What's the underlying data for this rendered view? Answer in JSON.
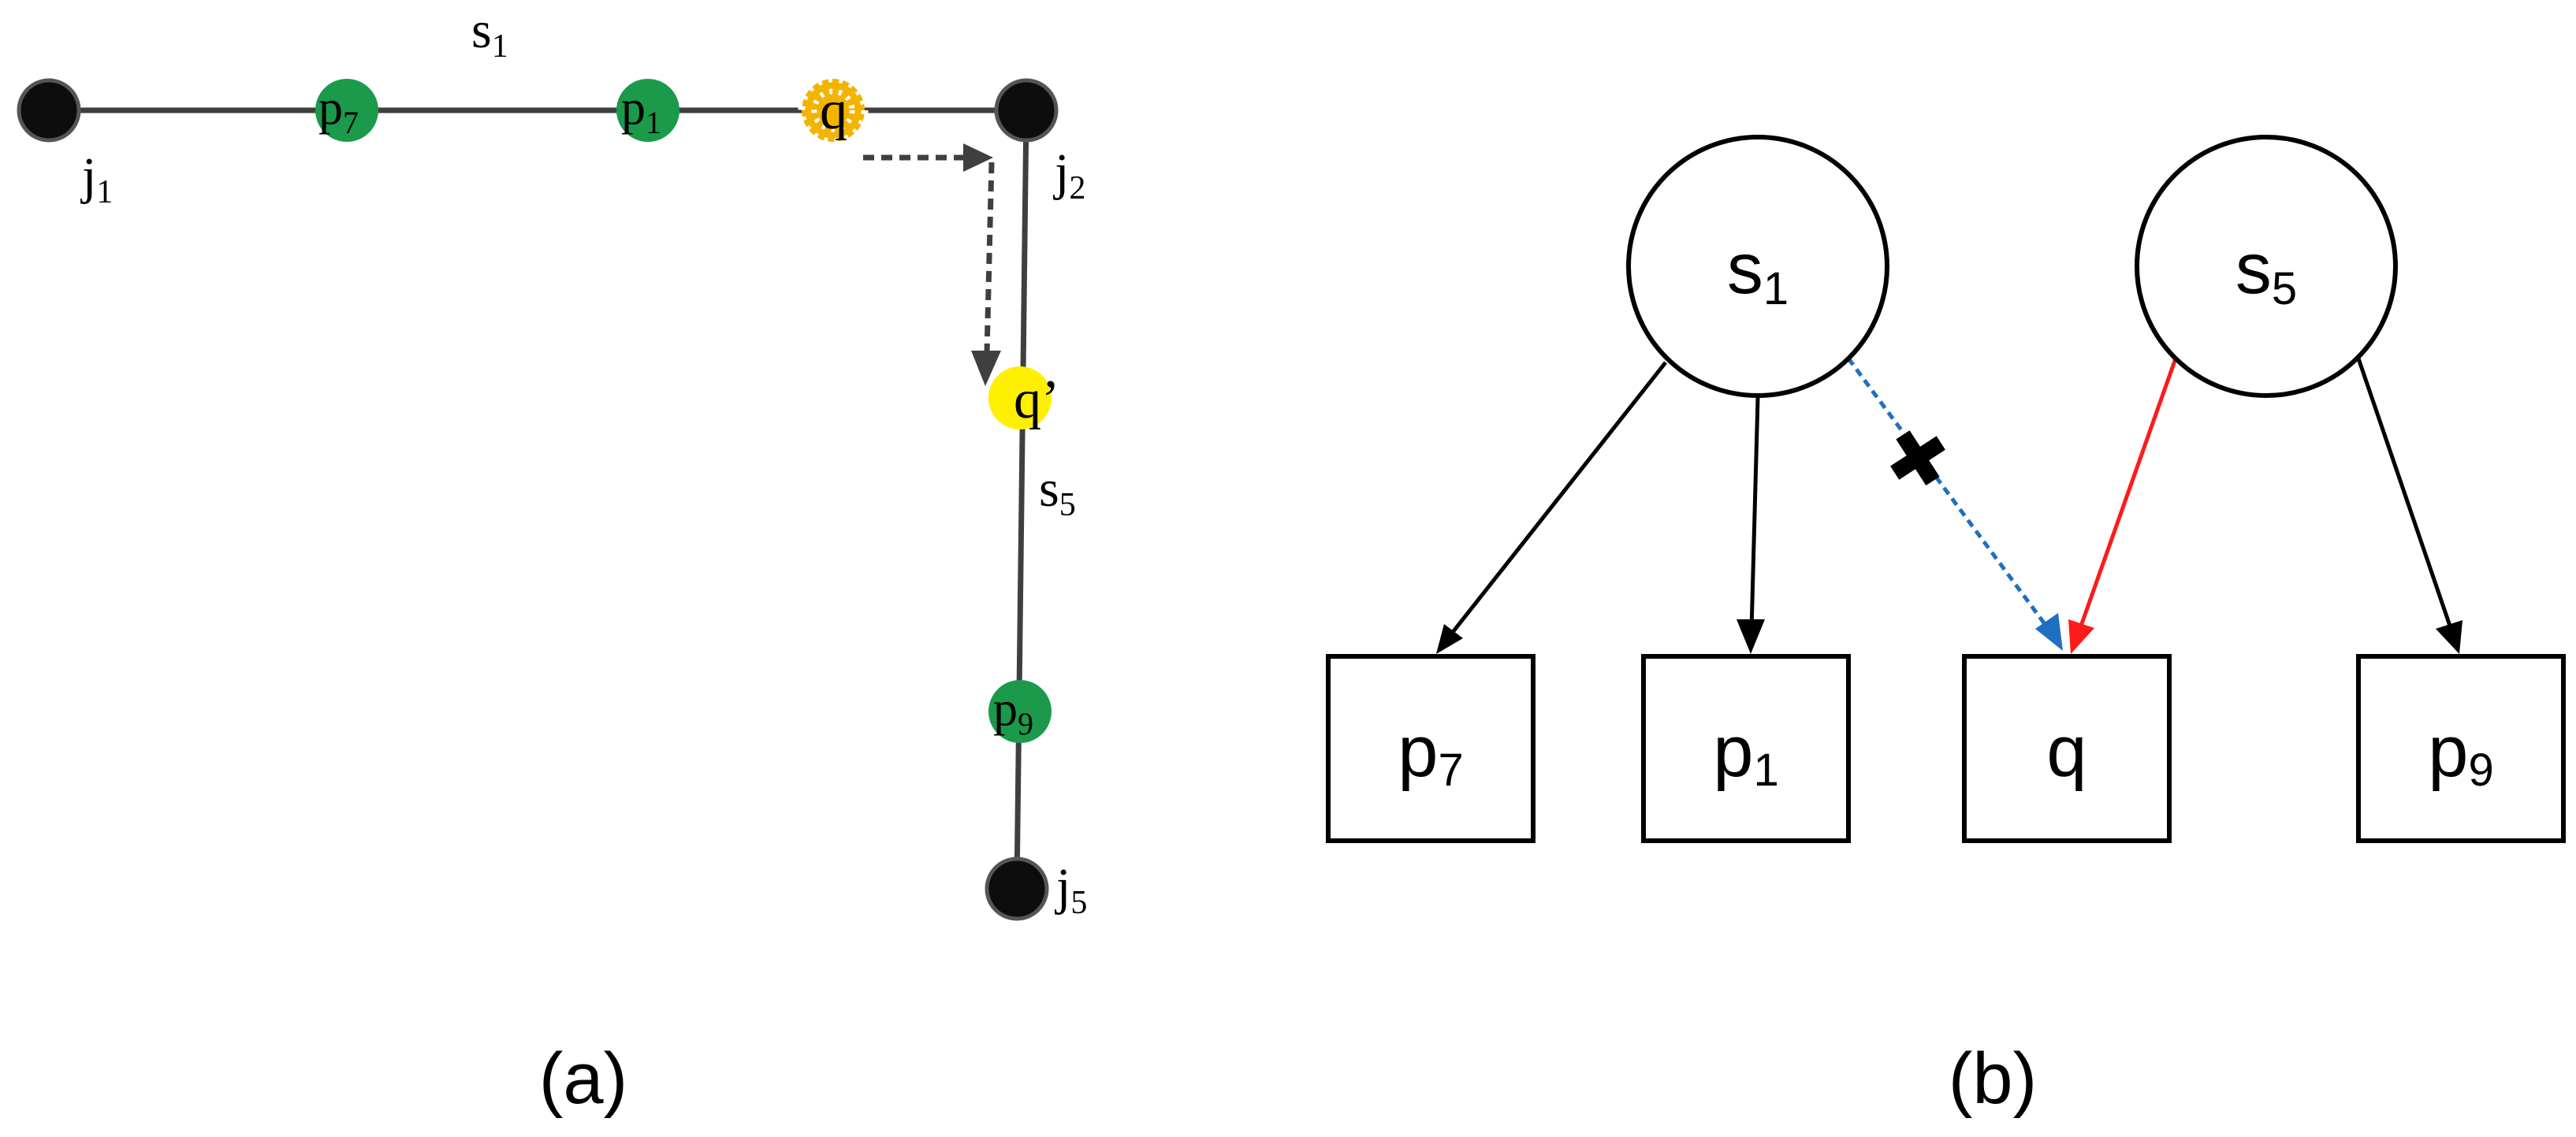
{
  "panel_a": {
    "caption": "(a)",
    "junctions": [
      {
        "name": "j",
        "sub": "1"
      },
      {
        "name": "j",
        "sub": "2"
      },
      {
        "name": "j",
        "sub": "5"
      }
    ],
    "segments": [
      {
        "name": "s",
        "sub": "1"
      },
      {
        "name": "s",
        "sub": "5"
      }
    ],
    "pois": [
      {
        "name": "p",
        "sub": "7"
      },
      {
        "name": "p",
        "sub": "1"
      },
      {
        "name": "p",
        "sub": "9"
      }
    ],
    "query": {
      "name": "q"
    },
    "moved_query": {
      "name": "q’"
    }
  },
  "panel_b": {
    "caption": "(b)",
    "segment_nodes": [
      {
        "name": "s",
        "sub": "1"
      },
      {
        "name": "s",
        "sub": "5"
      }
    ],
    "object_nodes": [
      {
        "name": "p",
        "sub": "7"
      },
      {
        "name": "p",
        "sub": "1"
      },
      {
        "name": "q",
        "sub": ""
      },
      {
        "name": "p",
        "sub": "9"
      }
    ],
    "removed_edge_mark": "✖"
  },
  "colors": {
    "road": "#3f3f3f",
    "junction": "#0d0d0d",
    "poi": "#1a9a4a",
    "query": "#f2b400",
    "moved_query": "#ffef00",
    "removed_edge": "#1f6fc0",
    "new_edge": "#ff1a1a",
    "edge": "#000000"
  }
}
